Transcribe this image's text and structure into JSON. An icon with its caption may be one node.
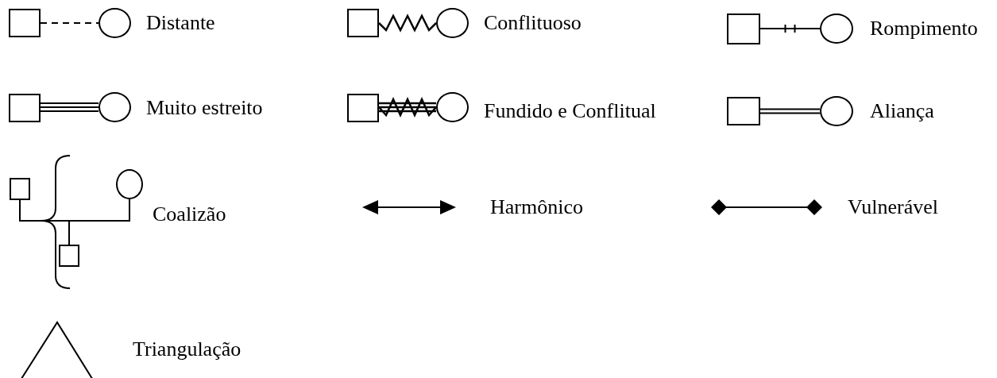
{
  "diagram": {
    "nodes": [
      {
        "text": [],
        "shape": "box"
      },
      {
        "text": [],
        "shape": "circle"
      },
      {
        "text": [],
        "shape": "box"
      },
      {
        "text": [],
        "shape": "circle"
      },
      {
        "text": [],
        "shape": "box"
      },
      {
        "text": [],
        "shape": "circle"
      },
      {
        "text": [],
        "shape": "box"
      },
      {
        "text": [],
        "shape": "circle"
      },
      {
        "text": [],
        "shape": "box"
      },
      {
        "text": [],
        "shape": "circle"
      },
      {
        "text": [],
        "shape": "box"
      },
      {
        "text": [],
        "shape": "circle"
      },
      {
        "text": [],
        "shape": "box"
      },
      {
        "text": [],
        "shape": "box"
      },
      {
        "text": [],
        "shape": "circle"
      }
    ],
    "edges": [
      {
        "from": 0,
        "to": 1,
        "arrow": "none",
        "style": "dashed"
      },
      {
        "from": 2,
        "to": 3,
        "arrow": "none"
      },
      {
        "from": 4,
        "to": 5,
        "arrow": "none"
      },
      {
        "from": 6,
        "to": 7,
        "arrow": "none"
      },
      {
        "from": 8,
        "to": 9,
        "arrow": "none"
      },
      {
        "from": 10,
        "to": 11,
        "arrow": "none"
      },
      {
        "from": 12,
        "to": 14,
        "arrow": "none"
      },
      {
        "from": 12,
        "to": 13,
        "arrow": "none"
      }
    ],
    "legend": [
      {
        "text": "Distante"
      },
      {
        "text": "Conflituoso"
      },
      {
        "text": "Rompimento"
      },
      {
        "text": "Muito estreito"
      },
      {
        "text": "Fundido e Conflitual"
      },
      {
        "text": "Aliança"
      },
      {
        "text": "Coalizão"
      },
      {
        "text": "Harmônico"
      },
      {
        "text": "Vulnerável"
      },
      {
        "text": "Triangulação"
      }
    ]
  }
}
